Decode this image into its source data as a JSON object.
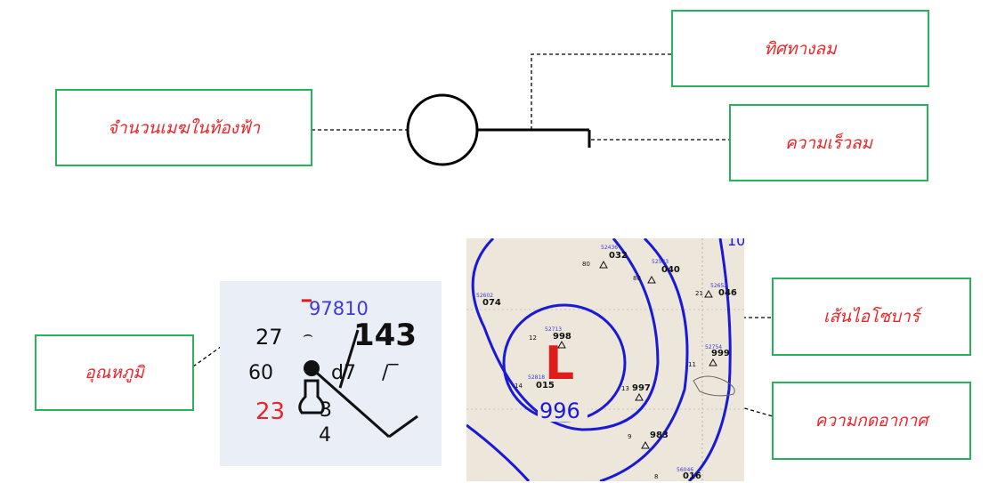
{
  "labels": {
    "cloud_cover": "จำนวนเมฆในท้องฟ้า",
    "wind_direction": "ทิศทางลม",
    "wind_speed": "ความเร็วลม",
    "temperature": "อุณหภูมิ",
    "isobar": "เส้นไอโซบาร์",
    "air_pressure": "ความกดอากาศ"
  },
  "station_plot": {
    "station_id": "97810",
    "temperature": "27",
    "pressure": "143",
    "visibility": "60",
    "dew_point": "23",
    "cloud_count": "4",
    "weather_code": "d7",
    "cloud_height": "3"
  },
  "weather_map": {
    "low_label": "L",
    "isobar_value": "996",
    "isobar_top_right": "10",
    "stations": [
      {
        "id": "52436",
        "pressure": "032",
        "temp": "80"
      },
      {
        "id": "52533",
        "pressure": "040",
        "temp": "80"
      },
      {
        "id": "52652",
        "pressure": "046",
        "temp": "21"
      },
      {
        "id": "52602",
        "pressure": "074",
        "temp": ""
      },
      {
        "id": "52713",
        "pressure": "998",
        "temp": "12"
      },
      {
        "id": "52754",
        "pressure": "999",
        "temp": "11"
      },
      {
        "id": "52818",
        "pressure": "015",
        "temp": "14"
      },
      {
        "id": "",
        "pressure": "997",
        "temp": "13"
      },
      {
        "id": "",
        "pressure": "983",
        "temp": "9"
      },
      {
        "id": "56046",
        "pressure": "016",
        "temp": "8"
      }
    ]
  },
  "colors": {
    "box_border": "#27b35a",
    "label_text": "#e8252a",
    "isobar": "#1a1ad6",
    "low_symbol": "#e01b1b"
  }
}
